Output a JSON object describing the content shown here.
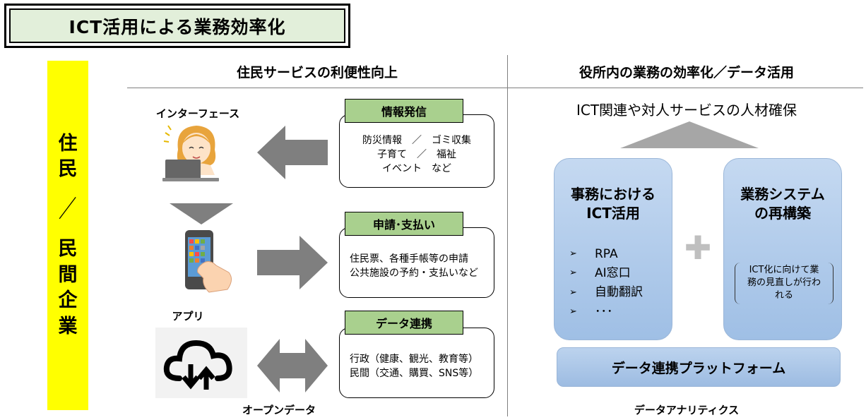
{
  "title": "ICT活用による業務効率化",
  "side_label": {
    "top": [
      "住",
      "民"
    ],
    "slash": "／",
    "bottom": [
      "民",
      "間",
      "企",
      "業"
    ]
  },
  "left": {
    "heading": "住民サービスの利便性向上",
    "captions": {
      "interface": "インターフェース",
      "app": "アプリ",
      "open_data": "オープンデータ"
    },
    "boxes": [
      {
        "label": "情報発信",
        "lines": [
          "防災情報　／　ゴミ収集",
          "子育て　／　福祉",
          "イベント　など"
        ]
      },
      {
        "label": "申請･支払い",
        "lines": [
          "住民票、各種手帳等の申請",
          "公共施設の予約・支払いなど"
        ]
      },
      {
        "label": "データ連携",
        "lines": [
          "行政（健康、観光、教育等）",
          "民間（交通、購買、SNS等）"
        ]
      }
    ]
  },
  "right": {
    "heading": "役所内の業務の効率化／データ活用",
    "talent": "ICT関連や対人サービスの人材確保",
    "panel_a": {
      "title_lines": [
        "事務における",
        "ICT活用"
      ],
      "bullets": [
        "RPA",
        "AI窓口",
        "自動翻訳",
        "･･･"
      ],
      "marker": "➢"
    },
    "plus": "✚",
    "panel_b": {
      "title_lines": [
        "業務システム",
        "の再構築"
      ],
      "note_lines": [
        "ICT化に向けて業",
        "務の見直しが行わ",
        "れる"
      ]
    },
    "platform": "データ連携プラットフォーム",
    "analytics": "データアナリティクス"
  },
  "colors": {
    "yellow": "#ffff00",
    "title_bg": "#e2efda",
    "tab_green": "#a9d08e",
    "arrow_gray": "#808080",
    "panel_blue": "#b4cde9"
  }
}
